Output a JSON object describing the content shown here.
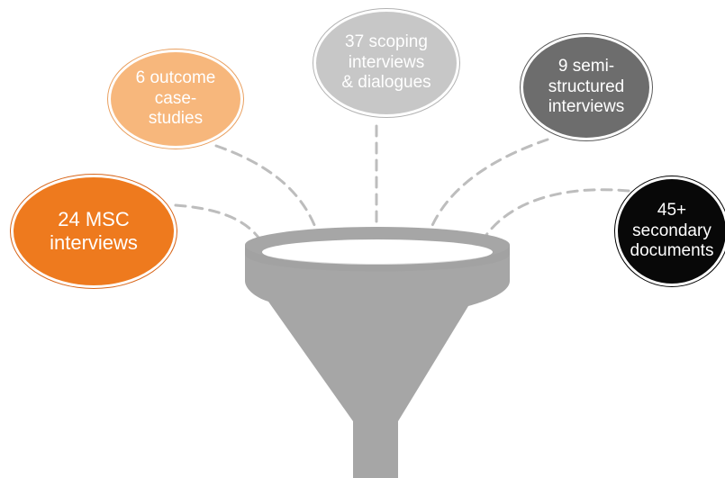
{
  "diagram": {
    "sources": [
      {
        "id": "msc",
        "label": "24 MSC\ninterviews",
        "color": "#ee7a1e"
      },
      {
        "id": "outcome",
        "label": "6 outcome\ncase-\nstudies",
        "color": "#f7b77c"
      },
      {
        "id": "scoping",
        "label": "37 scoping\ninterviews\n& dialogues",
        "color": "#c7c7c7"
      },
      {
        "id": "semi",
        "label": "9 semi-\nstructured\ninterviews",
        "color": "#6d6d6d"
      },
      {
        "id": "secondary",
        "label": "45+\nsecondary\ndocuments",
        "color": "#080808"
      }
    ],
    "funnel_color": "#a6a6a6",
    "connector_color": "#bdbdbd"
  }
}
